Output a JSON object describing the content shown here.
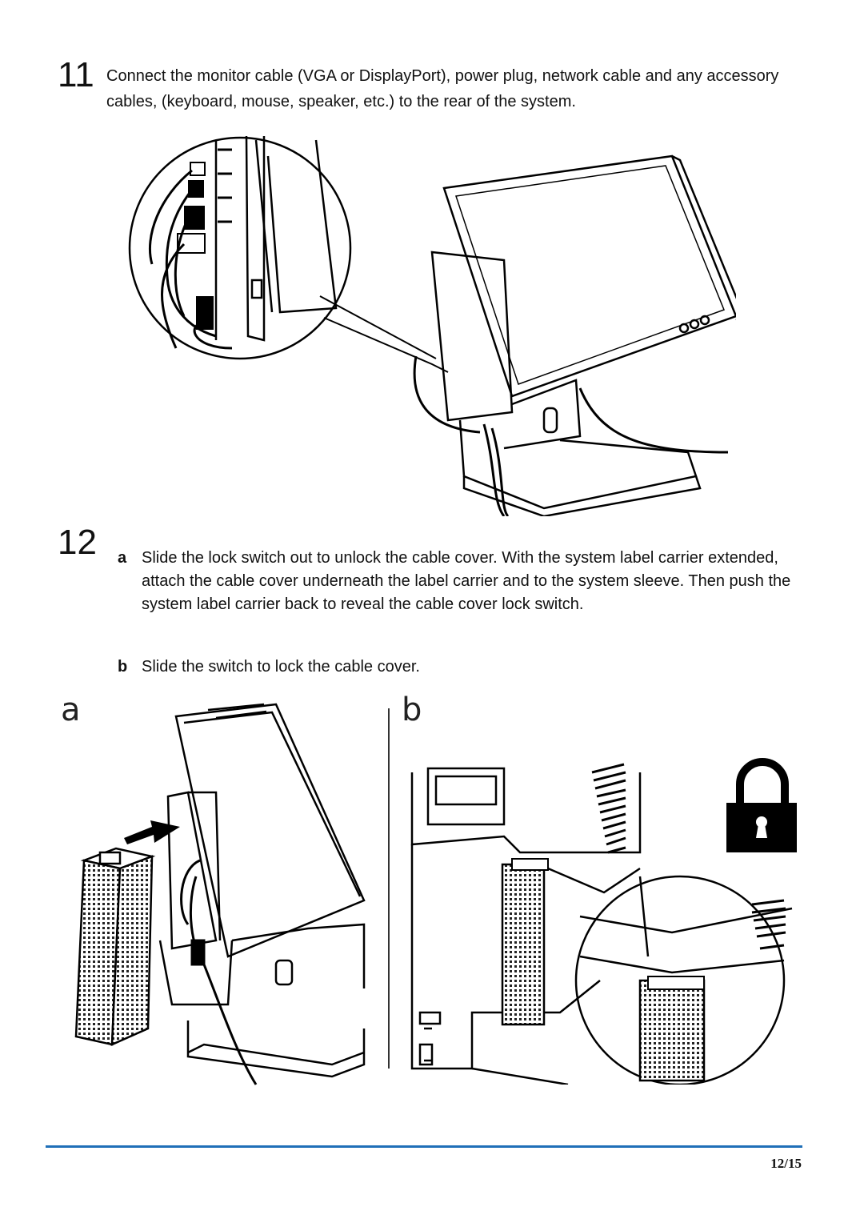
{
  "step11": {
    "number": "11",
    "text": "Connect the monitor cable (VGA or DisplayPort), power plug, network cable and any accessory cables, (keyboard, mouse, speaker, etc.) to the rear of the system."
  },
  "step12": {
    "number": "12",
    "a_letter": "a",
    "a_text": "Slide the lock switch out to unlock the cable cover. With the system label carrier extended, attach the cable cover underneath the label carrier and to the system sleeve. Then push the system label carrier back to reveal the cable cover lock switch.",
    "b_letter": "b",
    "b_text": "Slide the switch to lock the cable cover."
  },
  "figures": {
    "label_a": "a",
    "label_b": "b"
  },
  "footer": {
    "page": "12/15"
  }
}
